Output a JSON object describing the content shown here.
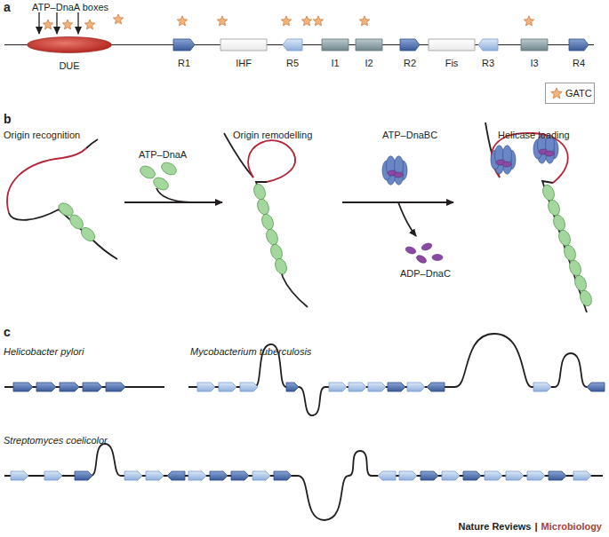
{
  "diagram": {
    "nodes": [
      {
        "text": [
          "DUE"
        ]
      },
      {
        "text": [
          "R1"
        ]
      },
      {
        "text": [
          "IHF"
        ]
      },
      {
        "text": [
          "R5"
        ]
      },
      {
        "text": [
          "I1"
        ]
      },
      {
        "text": [
          "I2"
        ]
      },
      {
        "text": [
          "R2"
        ]
      },
      {
        "text": [
          "Fis"
        ]
      },
      {
        "text": [
          "R3"
        ]
      },
      {
        "text": [
          "I3"
        ]
      },
      {
        "text": [
          "R4"
        ]
      }
    ],
    "labels": [
      "a",
      "ATP–DnaA boxes",
      "b",
      "Origin recognition",
      "ATP–DnaA",
      "Origin remodelling",
      "ATP–DnaBC",
      "ADP–DnaC",
      "Helicase loading",
      "c",
      "Helicobacter pylori",
      "Mycobacterium tuberculosis",
      "Streptomyces coelicolor",
      "Nature Reviews",
      "|",
      "Microbiology"
    ],
    "legend": [
      {
        "text": "GATC"
      }
    ]
  }
}
